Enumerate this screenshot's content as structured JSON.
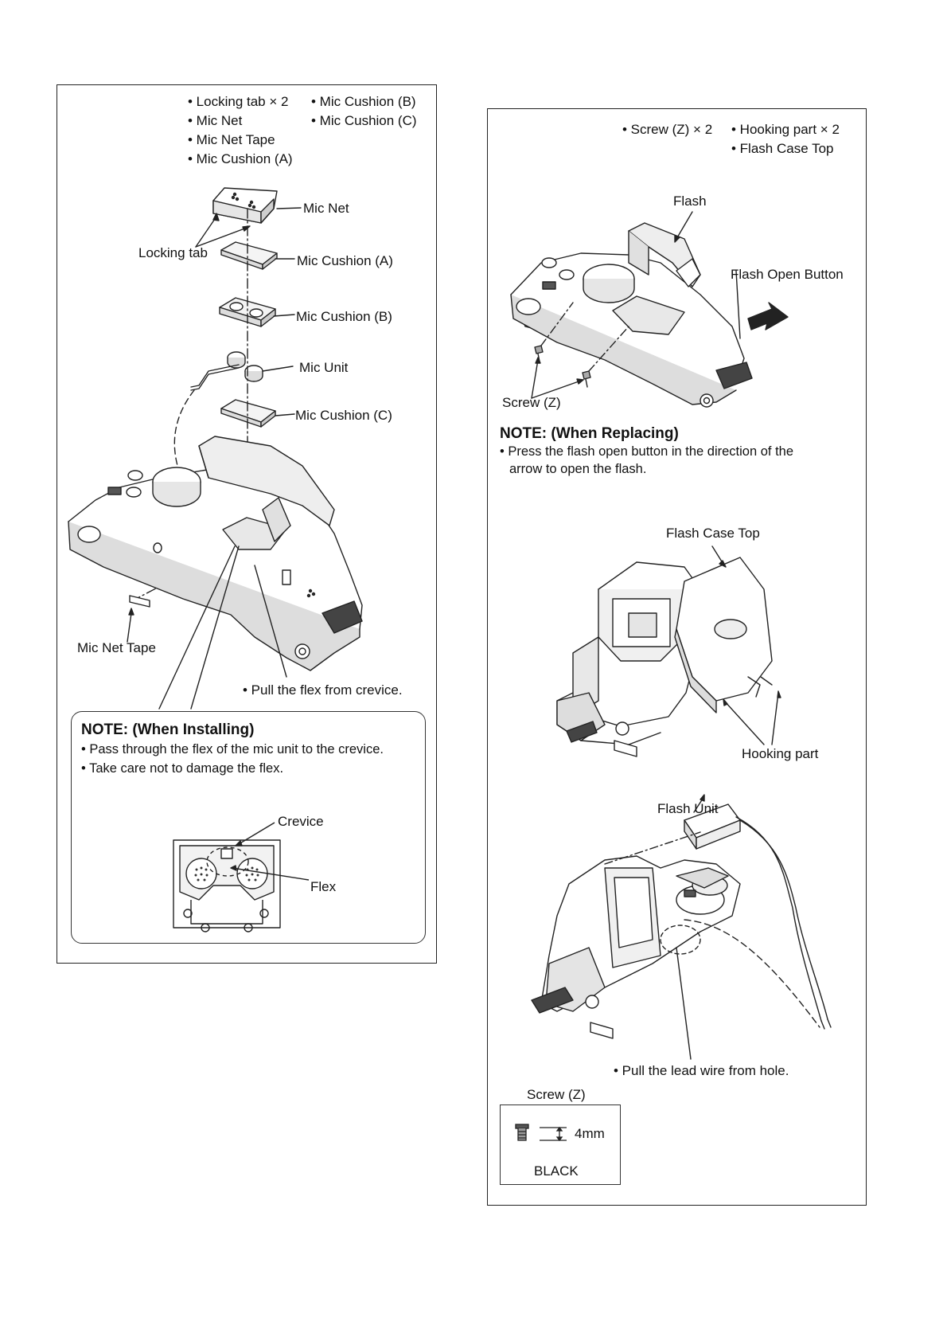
{
  "left_panel": {
    "parts_list": {
      "col1": [
        "• Locking tab × 2",
        "• Mic Net",
        "• Mic Net Tape",
        "• Mic Cushion (A)"
      ],
      "col2": [
        "• Mic Cushion (B)",
        "• Mic Cushion (C)"
      ]
    },
    "callouts": {
      "mic_net": "Mic Net",
      "locking_tab": "Locking tab",
      "mic_cushion_a": "Mic Cushion (A)",
      "mic_cushion_b": "Mic Cushion (B)",
      "mic_unit": "Mic Unit",
      "mic_cushion_c": "Mic Cushion (C)",
      "mic_net_tape": "Mic Net Tape",
      "pull_flex": "• Pull the flex from crevice."
    },
    "note": {
      "title": "NOTE: (When Installing)",
      "lines": [
        "• Pass through the flex of the mic unit to the crevice.",
        "• Take care not to damage the flex."
      ],
      "crevice": "Crevice",
      "flex": "Flex"
    }
  },
  "right_panel": {
    "parts_list": {
      "col1": [
        "• Screw (Z) × 2"
      ],
      "col2": [
        "• Hooking part × 2",
        "• Flash Case Top"
      ]
    },
    "callouts": {
      "flash": "Flash",
      "flash_open_button": "Flash Open Button",
      "screw_z": "Screw (Z)",
      "flash_case_top": "Flash Case Top",
      "hooking_part": "Hooking part",
      "flash_unit": "Flash Unit",
      "pull_lead_wire": "• Pull the lead wire from hole."
    },
    "note": {
      "title": "NOTE: (When Replacing)",
      "lines": [
        "• Press the flash open button in the direction of the",
        "arrow to open the flash."
      ]
    },
    "screw_spec": {
      "title": "Screw (Z)",
      "length": "4mm",
      "color": "BLACK"
    }
  }
}
